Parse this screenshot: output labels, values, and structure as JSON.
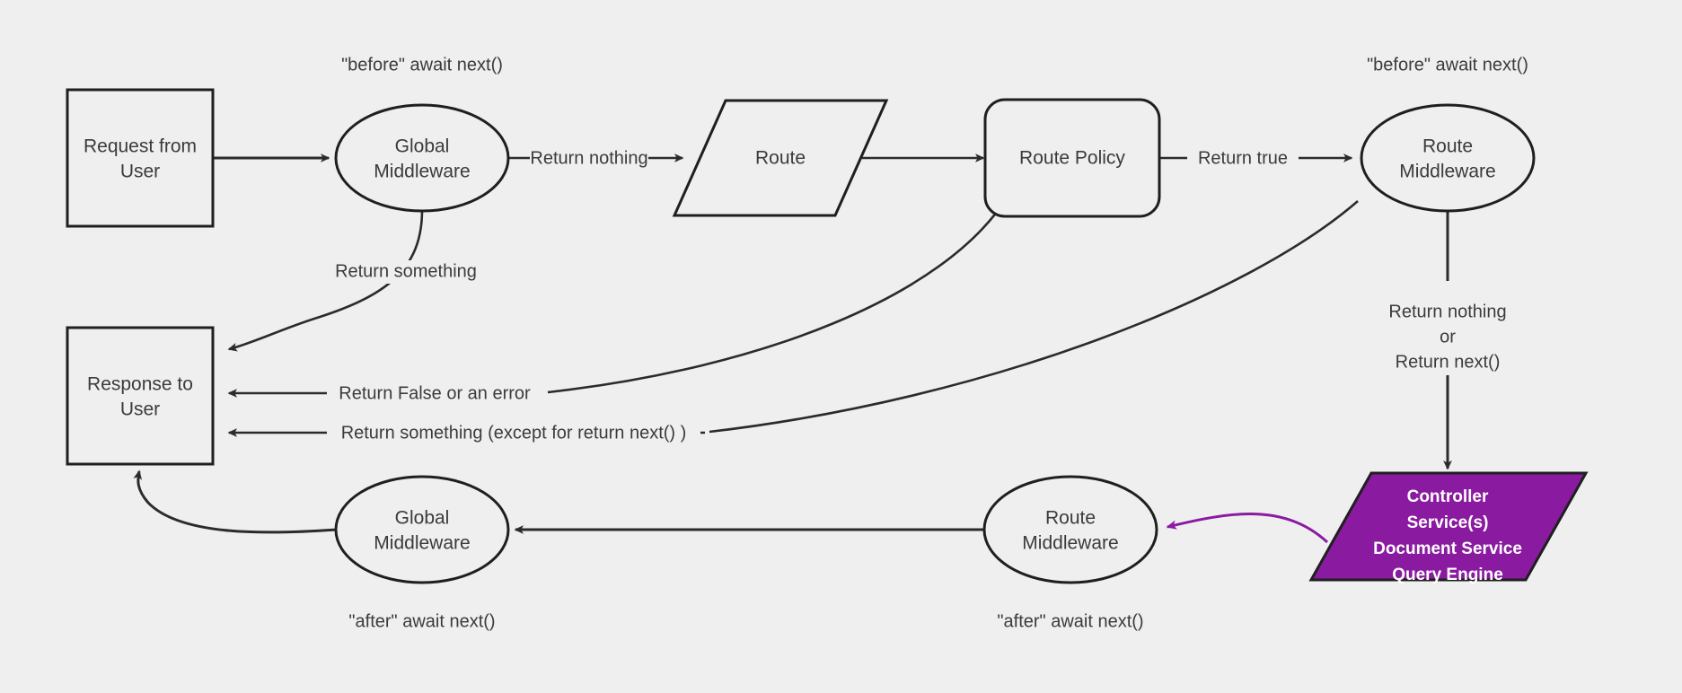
{
  "diagram": {
    "title": "Middleware request/response lifecycle flowchart",
    "background_color": "#efefef",
    "stroke_color": "#2b2b2b",
    "text_color": "#3b3b3b",
    "accent_color": "#8a1aa0",
    "nodes": {
      "request_from_user": {
        "label_line1": "Request from",
        "label_line2": "User",
        "shape": "rectangle"
      },
      "global_middleware_top": {
        "label_line1": "Global",
        "label_line2": "Middleware",
        "shape": "ellipse"
      },
      "route": {
        "label": "Route",
        "shape": "parallelogram"
      },
      "route_policy": {
        "label": "Route Policy",
        "shape": "rounded-rectangle"
      },
      "route_middleware_top": {
        "label_line1": "Route",
        "label_line2": "Middleware",
        "shape": "ellipse"
      },
      "controller": {
        "label_line1": "Controller",
        "label_line2": "Service(s)",
        "label_line3": "Document Service",
        "label_line4": "Query Engine",
        "shape": "parallelogram",
        "fill": "#8a1aa0"
      },
      "route_middleware_bottom": {
        "label_line1": "Route",
        "label_line2": "Middleware",
        "shape": "ellipse"
      },
      "global_middleware_bottom": {
        "label_line1": "Global",
        "label_line2": "Middleware",
        "shape": "ellipse"
      },
      "response_to_user": {
        "label_line1": "Response to",
        "label_line2": "User",
        "shape": "rectangle"
      }
    },
    "annotations": {
      "before_await_next_global": "\"before\" await next()",
      "before_await_next_route": "\"before\" await next()",
      "after_await_next_global": "\"after\" await next()",
      "after_await_next_route": "\"after\" await next()"
    },
    "edge_labels": {
      "return_nothing": "Return nothing",
      "return_true": "Return true",
      "return_something": "Return something",
      "return_false_or_error": "Return False or an error",
      "return_something_except": "Return something (except for return next() )",
      "return_nothing_or_next_l1": "Return nothing",
      "return_nothing_or_next_l2": "or",
      "return_nothing_or_next_l3": "Return next()"
    }
  }
}
